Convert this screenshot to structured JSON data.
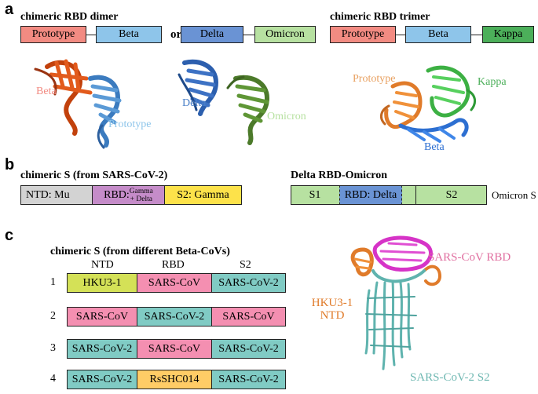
{
  "panel_a": {
    "letter": "a",
    "dimer_title": "chimeric RBD dimer",
    "trimer_title": "chimeric RBD trimer",
    "dimer_boxes": [
      "Prototype",
      "Beta"
    ],
    "or_label": "or",
    "dimer2_boxes": [
      "Delta",
      "Omicron"
    ],
    "trimer_boxes": [
      "Prototype",
      "Beta",
      "Kappa"
    ],
    "struct1_labels": [
      "Beta",
      "Prototype"
    ],
    "struct2_labels": [
      "Delta",
      "Omicron"
    ],
    "struct3_labels": [
      "Prototype",
      "Kappa",
      "Beta"
    ]
  },
  "panel_b": {
    "letter": "b",
    "left_title": "chimeric S (from SARS-CoV-2)",
    "left_boxes": {
      "ntd": "NTD: Mu",
      "rbd_prefix": "RBD:",
      "rbd_line1": "Gamma",
      "rbd_line2": "+ Delta",
      "s2": "S2: Gamma"
    },
    "right_title": "Delta RBD-Omicron",
    "right_boxes": {
      "s1": "S1",
      "rbd": "RBD: Delta",
      "s2": "S2"
    },
    "right_suffix": "Omicron S"
  },
  "panel_c": {
    "letter": "c",
    "title": "chimeric S (from different Beta-CoVs)",
    "columns": [
      "NTD",
      "RBD",
      "S2"
    ],
    "rows": [
      {
        "num": "1",
        "cells": [
          "HKU3-1",
          "SARS-CoV",
          "SARS-CoV-2"
        ]
      },
      {
        "num": "2",
        "cells": [
          "SARS-CoV",
          "SARS-CoV-2",
          "SARS-CoV"
        ]
      },
      {
        "num": "3",
        "cells": [
          "SARS-CoV-2",
          "SARS-CoV",
          "SARS-CoV-2"
        ]
      },
      {
        "num": "4",
        "cells": [
          "SARS-CoV-2",
          "RsSHC014",
          "SARS-CoV-2"
        ]
      }
    ],
    "structure_labels": {
      "rbd": "SARS-CoV RBD",
      "ntd_line1": "HKU3-1",
      "ntd_line2": "NTD",
      "s2": "SARS-CoV-2 S2"
    }
  },
  "colors": {
    "prototype": "#f28b82",
    "beta": "#8ec5ea",
    "delta": "#6a93d4",
    "omicron": "#b7e1a1",
    "kappa": "#4caf5a",
    "mu": "#d3d3d3",
    "gamma_delta": "#c58cc9",
    "gamma": "#fde24a",
    "hku3": "#d4e157",
    "sars_cov": "#f48fb1",
    "sars_cov2": "#80cbc4",
    "rsshc": "#ffcc66"
  }
}
